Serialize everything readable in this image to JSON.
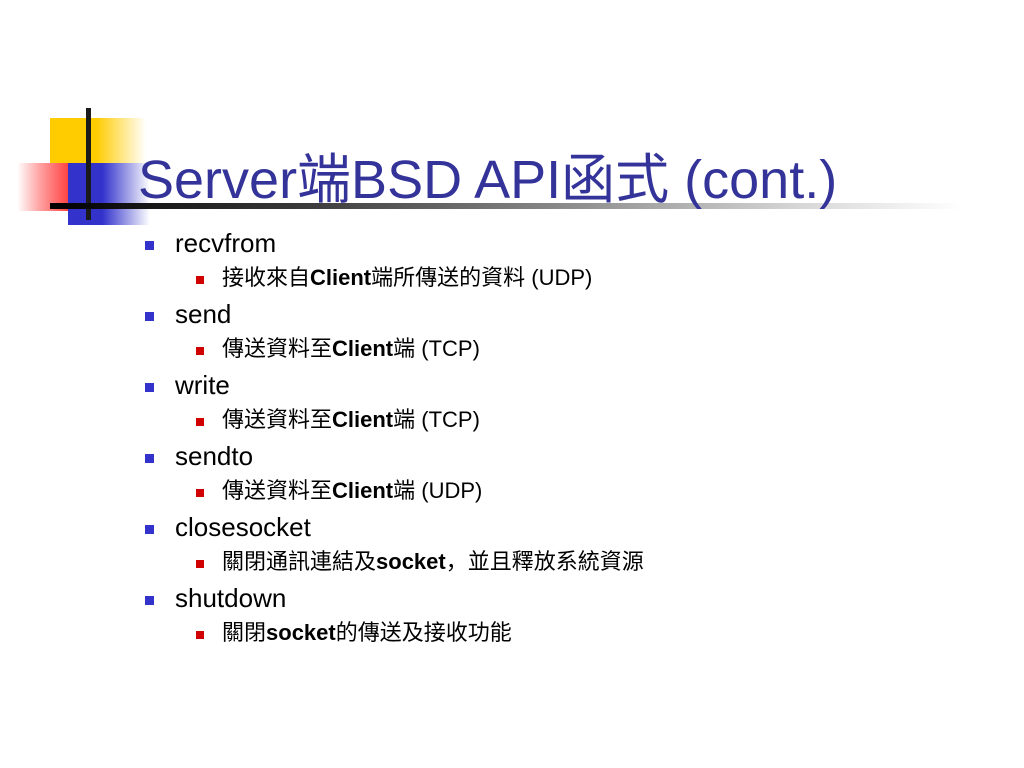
{
  "slide": {
    "title": "Server端BSD API函式 (cont.)",
    "title_color": "#333399",
    "background_color": "#ffffff",
    "decoration": {
      "yellow_block_color": "#FFCC00",
      "red_block_color": "#FF2020",
      "blue_block_color": "#3333CC",
      "rule_color": "#000000"
    },
    "bullet_colors": {
      "level1": "#3333CC",
      "level2": "#D00000"
    },
    "items": [
      {
        "label": "recvfrom",
        "sub": [
          {
            "pre": "接收來自",
            "latin": "Client",
            "post": "端所傳送的資料 (UDP)"
          }
        ]
      },
      {
        "label": "send",
        "sub": [
          {
            "pre": "傳送資料至",
            "latin": "Client",
            "post": "端 (TCP)"
          }
        ]
      },
      {
        "label": "write",
        "sub": [
          {
            "pre": "傳送資料至",
            "latin": "Client",
            "post": "端 (TCP)"
          }
        ]
      },
      {
        "label": "sendto",
        "sub": [
          {
            "pre": "傳送資料至",
            "latin": "Client",
            "post": "端 (UDP)"
          }
        ]
      },
      {
        "label": "closesocket",
        "sub": [
          {
            "pre": "關閉通訊連結及",
            "latin": "socket",
            "post": "，並且釋放系統資源"
          }
        ]
      },
      {
        "label": "shutdown",
        "sub": [
          {
            "pre": "關閉",
            "latin": "socket",
            "post": "的傳送及接收功能"
          }
        ]
      }
    ]
  }
}
